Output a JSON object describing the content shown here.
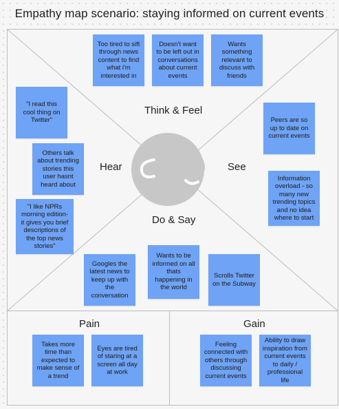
{
  "title": "Empathy map scenario: staying informed on current events",
  "quadrants": {
    "think_feel": "Think & Feel",
    "hear": "Hear",
    "see": "See",
    "do_say": "Do & Say"
  },
  "sections": {
    "pain": "Pain",
    "gain": "Gain"
  },
  "notes": {
    "think_1": "Too tired to sift through news content to find what i'm interested in",
    "think_2": "Doesn't want to be left out in conversations about current events",
    "think_3": "Wants something relevant to discuss with friends",
    "hear_1": "\"I read this cool thing on Twitter\"",
    "hear_2": "Others talk about trending stories this user hasnt heard about",
    "hear_3": "\"I like NPRs morning edition- it gives you brief descriptions of the top news stories\"",
    "see_1": "Peers are so up to date on current events",
    "see_2": "Information overload - so many new trending topics and no idea where to start",
    "do_1": "Googles the latest news to keep up with the conversation",
    "do_2": "Wants to be informed on all thats happening in the world",
    "do_3": "Scrolls Twitter on the Subway",
    "pain_1": "Takes more time than expected to make sense of a trend",
    "pain_2": "Eyes are tired of staring at a screen all day at work",
    "gain_1": "Feeling connected with others through discussing current events",
    "gain_2": "Ability to draw inspiration from current events to daily / professional life"
  },
  "colors": {
    "sticky_note": "#6fa3f5",
    "face": "#c7c7c7"
  }
}
